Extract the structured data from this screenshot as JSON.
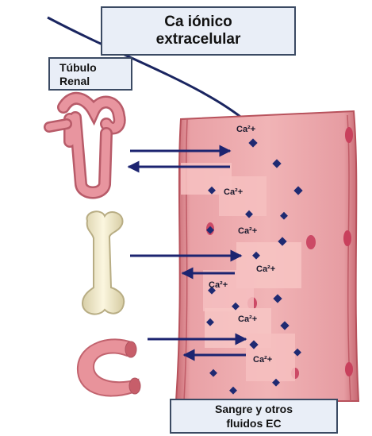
{
  "title": {
    "line1": "Ca iónico",
    "line2": "extracelular"
  },
  "tubulo": {
    "line1": "Túbulo",
    "line2": "Renal"
  },
  "sangre": {
    "line1": "Sangre y otros",
    "line2": "fluidos EC"
  },
  "ion_labels": [
    "Ca²+",
    "Ca²+",
    "Ca²+",
    "Ca²+",
    "Ca²+",
    "Ca²+",
    "Ca²+"
  ],
  "colors": {
    "vessel": "#eba1a5",
    "vessel_wall": "#d98087",
    "arrow": "#1c2470",
    "bone": "#f2ebcc",
    "tubule": "#e8959f",
    "ion": "#1f2a72",
    "cell": "#c8405c",
    "panel": "#e9eef7"
  },
  "icons": [
    "renal-tubule-icon",
    "bone-icon",
    "intestine-icon",
    "calcium-ion-icon",
    "red-blood-cell-icon"
  ]
}
